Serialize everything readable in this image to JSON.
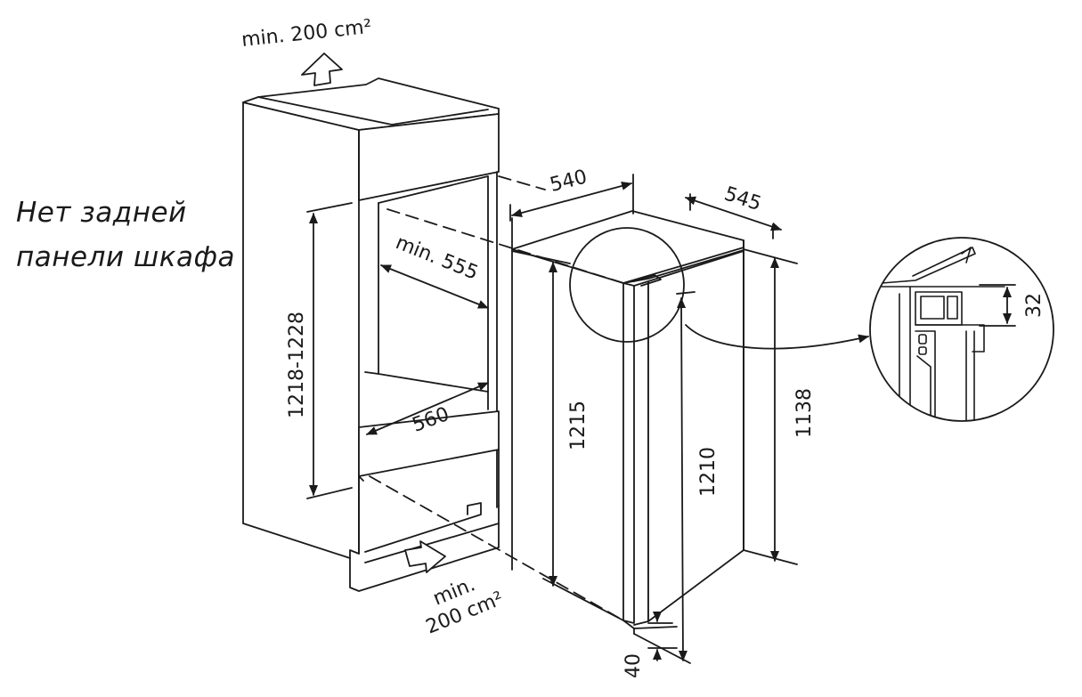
{
  "note": {
    "line1": "Нет задней",
    "line2": "панели шкафа"
  },
  "airflow": {
    "top": "min. 200 cm²",
    "bottom_line1": "min.",
    "bottom_line2": "200 cm²"
  },
  "niche": {
    "height": "1218-1228",
    "depth_min": "min. 555",
    "width": "560"
  },
  "appliance": {
    "width": "540",
    "depth": "545",
    "total_height": "1215",
    "door_height": "1210",
    "body_height": "1138",
    "bottom_gap": "40"
  },
  "detail": {
    "gap": "32"
  }
}
